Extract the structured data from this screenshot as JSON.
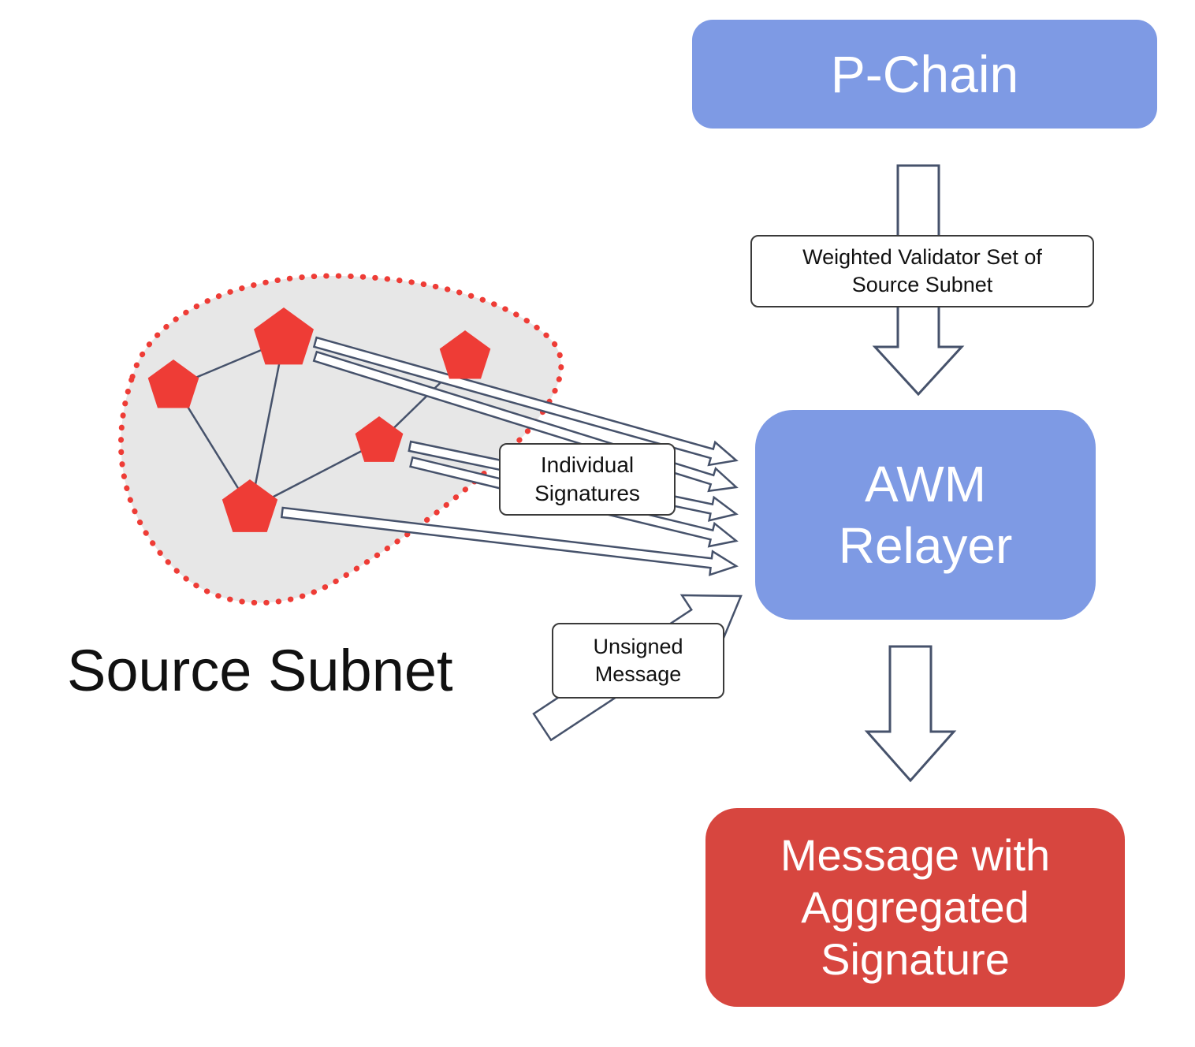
{
  "nodes": {
    "p_chain": {
      "label": "P-Chain",
      "color": "#7e9ae4"
    },
    "awm_relayer": {
      "label": "AWM Relayer",
      "color": "#7e9ae4"
    },
    "aggregated_message": {
      "label": "Message with Aggregated Signature",
      "color": "#d7463f"
    },
    "source_subnet": {
      "label": "Source Subnet"
    }
  },
  "labels": {
    "weighted_validator_set": "Weighted Validator Set of Source Subnet",
    "individual_signatures": "Individual Signatures",
    "unsigned_message": "Unsigned Message"
  },
  "icons": {
    "validator_node": "red-pentagon",
    "subnet_boundary": "red-dotted-outline",
    "flow_arrow": "white-outlined-arrow"
  },
  "colors": {
    "node_blue": "#7e9ae4",
    "node_red": "#d7463f",
    "validator_red": "#ee3c36",
    "subnet_gray": "#e7e7e7",
    "arrow_outline": "#46526b",
    "label_border": "#3a3a3a"
  }
}
